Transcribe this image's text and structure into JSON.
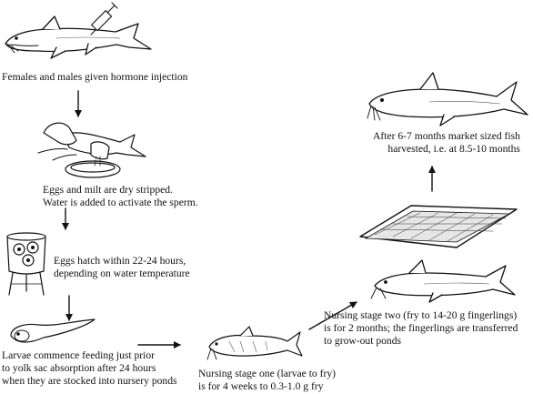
{
  "steps": {
    "hormone": "Females and males given hormone injection",
    "stripping": "Eggs and milt are dry stripped.\nWater is added to activate the sperm.",
    "hatching": "Eggs hatch within 22-24 hours,\ndepending on water temperature",
    "larvae": "Larvae commence feeding just prior\nto yolk sac absorption after 24 hours\nwhen they are stocked into nursery ponds",
    "nursing_one": "Nursing stage one (larvae to fry)\nis for 4 weeks to 0.3-1.0 g fry",
    "nursing_two": "Nursing stage two (fry to 14-20 g fingerlings)\nis for 2 months; the fingerlings are transferred\nto grow-out ponds",
    "harvest": "After 6-7 months market sized fish\nharvested, i.e. at 8.5-10 months"
  }
}
